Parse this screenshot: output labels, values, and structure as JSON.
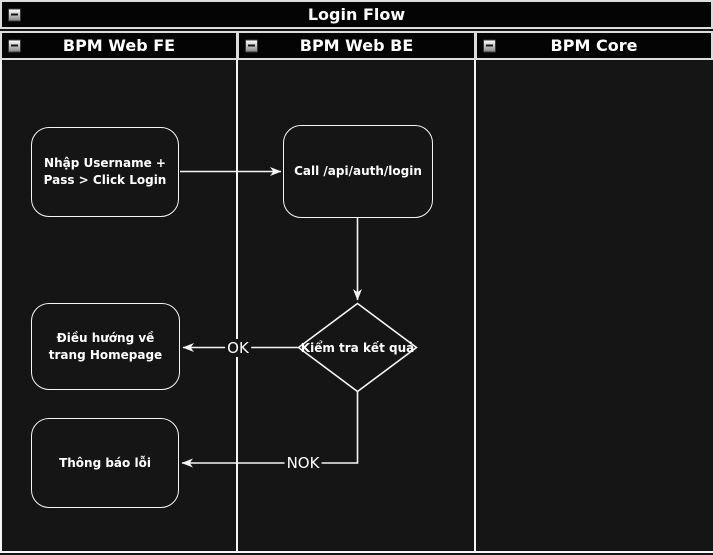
{
  "title": "Login Flow",
  "lanes": [
    {
      "label": "BPM Web FE"
    },
    {
      "label": "BPM Web BE"
    },
    {
      "label": "BPM Core"
    }
  ],
  "nodes": [
    {
      "id": "enter-credentials",
      "label": "Nhập Username + Pass > Click Login",
      "lane": "BPM Web FE",
      "shape": "rounded-rect"
    },
    {
      "id": "call-login-api",
      "label": "Call /api/auth/login",
      "lane": "BPM Web BE",
      "shape": "rounded-rect"
    },
    {
      "id": "check-result",
      "label": "Kiểm tra kết quả",
      "lane": "BPM Web BE",
      "shape": "decision-diamond"
    },
    {
      "id": "redirect-homepage",
      "label": "Điều hướng về trang Homepage",
      "lane": "BPM Web FE",
      "shape": "rounded-rect"
    },
    {
      "id": "error-message",
      "label": "Thông báo lỗi",
      "lane": "BPM Web FE",
      "shape": "rounded-rect"
    }
  ],
  "edges": {
    "ok_label": "OK",
    "nok_label": "NOK"
  },
  "icons": {
    "collapse": "minus-collapse-box"
  },
  "colors": {
    "background": "#151515",
    "bar_background": "#040404",
    "bar_border": "#dcdcdc",
    "line": "#f5f5f5",
    "text": "#ffffff"
  }
}
